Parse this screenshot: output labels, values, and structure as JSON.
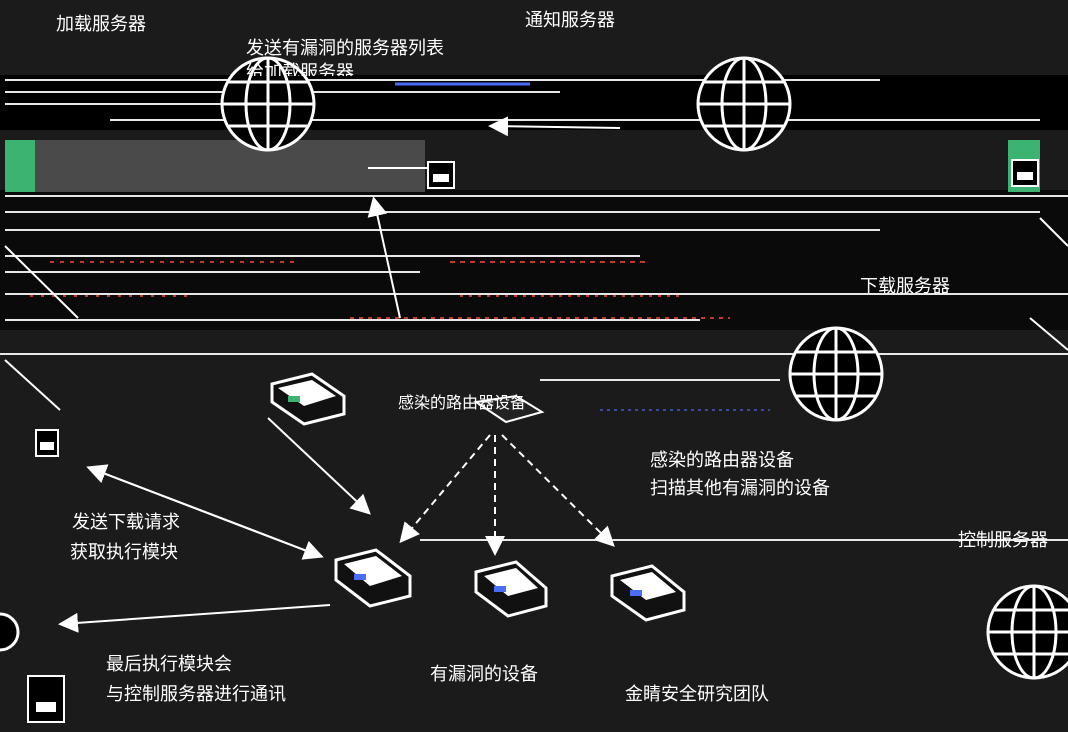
{
  "servers": {
    "load_server": "加载服务器",
    "notify_server": "通知服务器",
    "download_server": "下载服务器",
    "control_server": "控制服务器"
  },
  "devices": {
    "infected_router": "感染的路由器设备",
    "vulnerable_devices": "有漏洞的设备"
  },
  "notes": {
    "send_list_line1": "发送有漏洞的服务器列表",
    "send_list_line2": "给加载服务器",
    "scan_line1": "感染的路由器设备",
    "scan_line2": "扫描其他有漏洞的设备",
    "download_line1": "发送下载请求",
    "download_line2": "获取执行模块",
    "final_line1": "最后执行模块会",
    "final_line2": "与控制服务器进行通讯"
  },
  "footer": {
    "team": "金睛安全研究团队"
  },
  "colors": {
    "background": "#1b1b1b",
    "line": "#ffffff",
    "accent_green": "#3cb371",
    "glitch_red": "#c0392b",
    "glitch_blue": "#4a6cf7"
  }
}
